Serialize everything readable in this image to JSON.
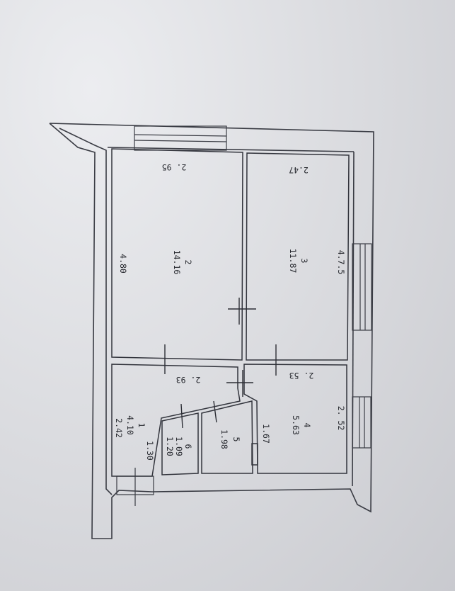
{
  "rooms": [
    {
      "number": "2",
      "area": "14.16",
      "width": "2. 95",
      "length": "4.80"
    },
    {
      "number": "3",
      "area": "11.87",
      "width": "2.47",
      "length": "4.7.5"
    },
    {
      "number": "1",
      "area": "4.10",
      "width": "2. 93",
      "length": "2.42",
      "extra": "1.30"
    },
    {
      "number": "4",
      "area": "5.63",
      "width": "2. 53",
      "length": "2. 52",
      "extra": "1.67"
    },
    {
      "number": "5",
      "area": "1.98"
    },
    {
      "number": "6",
      "area": "1.20",
      "extra": "1.09"
    }
  ]
}
